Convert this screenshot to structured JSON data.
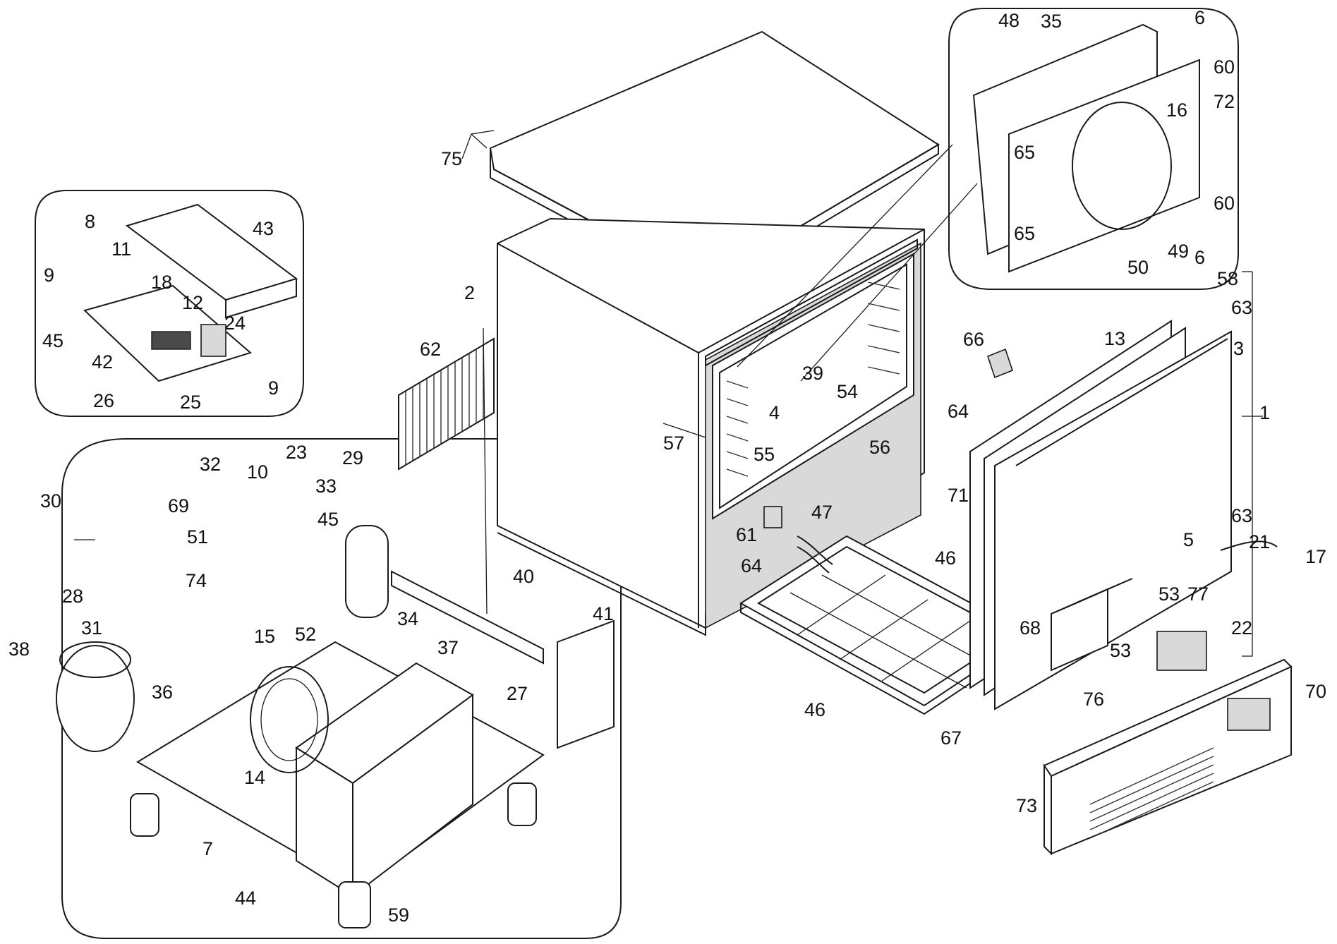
{
  "labels": {
    "p1": "1",
    "p2": "2",
    "p3": "3",
    "p4": "4",
    "p5": "5",
    "p6a": "6",
    "p6b": "6",
    "p7": "7",
    "p8": "8",
    "p9a": "9",
    "p9b": "9",
    "p10": "10",
    "p11": "11",
    "p12": "12",
    "p13": "13",
    "p14": "14",
    "p15": "15",
    "p16": "16",
    "p17": "17",
    "p18": "18",
    "p21": "21",
    "p22": "22",
    "p23": "23",
    "p24": "24",
    "p25": "25",
    "p26": "26",
    "p27": "27",
    "p28": "28",
    "p29": "29",
    "p30": "30",
    "p31": "31",
    "p32": "32",
    "p33": "33",
    "p34": "34",
    "p35": "35",
    "p36": "36",
    "p37": "37",
    "p38": "38",
    "p39": "39",
    "p40": "40",
    "p41": "41",
    "p42": "42",
    "p43": "43",
    "p44": "44",
    "p45a": "45",
    "p45b": "45",
    "p46a": "46",
    "p46b": "46",
    "p47": "47",
    "p48": "48",
    "p49": "49",
    "p50": "50",
    "p51": "51",
    "p52": "52",
    "p53a": "53",
    "p53b": "53",
    "p54": "54",
    "p55": "55",
    "p56": "56",
    "p57": "57",
    "p58": "58",
    "p59": "59",
    "p60a": "60",
    "p60b": "60",
    "p61": "61",
    "p62": "62",
    "p63a": "63",
    "p63b": "63",
    "p64a": "64",
    "p64b": "64",
    "p65a": "65",
    "p65b": "65",
    "p66": "66",
    "p67": "67",
    "p68": "68",
    "p69": "69",
    "p70": "70",
    "p71": "71",
    "p72": "72",
    "p73": "73",
    "p74": "74",
    "p75": "75",
    "p76": "76",
    "p77": "77"
  }
}
